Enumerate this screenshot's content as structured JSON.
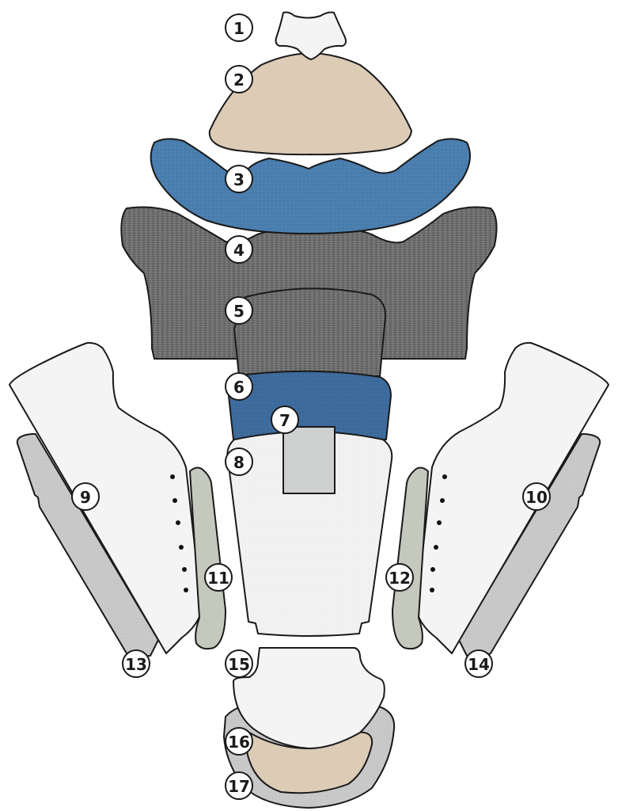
{
  "diagram": {
    "type": "seat-cover-pattern-layout",
    "colors": {
      "white_leather": "#f4f4f4",
      "beige": "#dccbb5",
      "blue_light": "#4a7eae",
      "blue_dark": "#3d6b9c",
      "gray_dark": "#6f6f6f",
      "gray_light": "#c9c9c9",
      "gray_green": "#c4c8bd",
      "insert_gray": "#cfd0d0",
      "outline": "#1a1a1a"
    },
    "pieces": [
      {
        "id": "1",
        "label": "1",
        "material": "white_leather"
      },
      {
        "id": "2",
        "label": "2",
        "material": "beige"
      },
      {
        "id": "3",
        "label": "3",
        "material": "blue_light"
      },
      {
        "id": "4",
        "label": "4",
        "material": "gray_dark"
      },
      {
        "id": "5",
        "label": "5",
        "material": "gray_dark"
      },
      {
        "id": "6",
        "label": "6",
        "material": "blue_dark"
      },
      {
        "id": "7",
        "label": "7",
        "material": "insert_gray"
      },
      {
        "id": "8",
        "label": "8",
        "material": "white_leather"
      },
      {
        "id": "9",
        "label": "9",
        "material": "white_leather"
      },
      {
        "id": "10",
        "label": "10",
        "material": "white_leather"
      },
      {
        "id": "11",
        "label": "11",
        "material": "gray_green"
      },
      {
        "id": "12",
        "label": "12",
        "material": "gray_green"
      },
      {
        "id": "13",
        "label": "13",
        "material": "gray_light"
      },
      {
        "id": "14",
        "label": "14",
        "material": "gray_light"
      },
      {
        "id": "15",
        "label": "15",
        "material": "white_leather"
      },
      {
        "id": "16",
        "label": "16",
        "material": "beige"
      },
      {
        "id": "17",
        "label": "17",
        "material": "gray_light"
      }
    ]
  }
}
